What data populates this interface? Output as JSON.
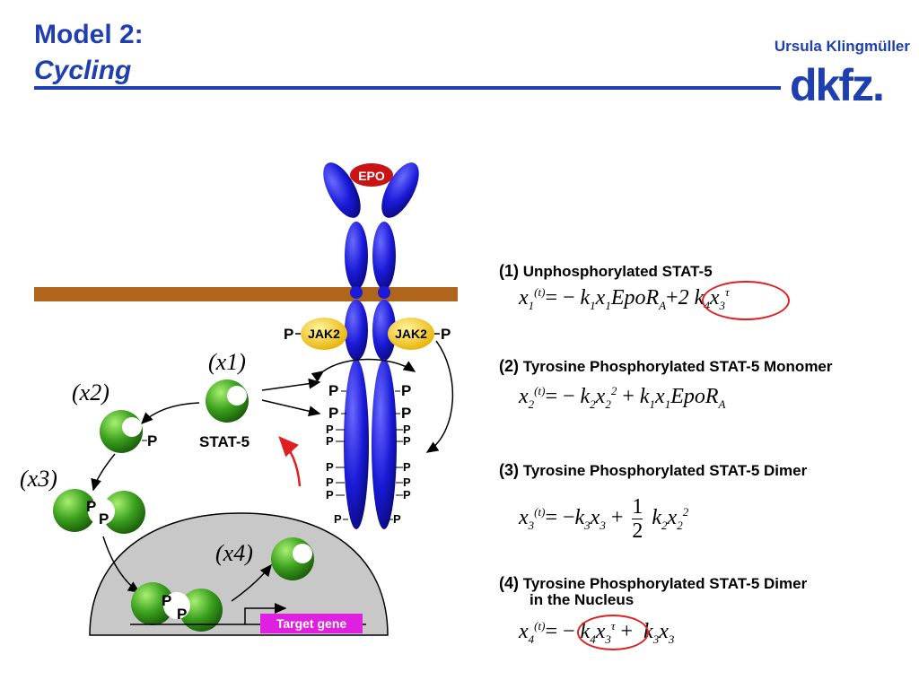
{
  "header": {
    "title_line1": "Model 2:",
    "title_line2": "Cycling",
    "author": "Ursula Klingmüller",
    "logo_text": "dkfz."
  },
  "diagram": {
    "epo": "EPO",
    "jak2": "JAK2",
    "p": "P",
    "stat5": "STAT-5",
    "x1": "(x1)",
    "x2": "(x2)",
    "x3": "(x3)",
    "x4": "(x4)",
    "target_gene": "Target gene"
  },
  "equations": [
    {
      "number": "(1)",
      "title": "Unphosphorylated STAT-5"
    },
    {
      "number": "(2)",
      "title": "Tyrosine Phosphorylated STAT-5 Monomer"
    },
    {
      "number": "(3)",
      "title": "Tyrosine Phosphorylated STAT-5 Dimer"
    },
    {
      "number": "(4)",
      "title": "Tyrosine Phosphorylated STAT-5 Dimer",
      "title2": "in the Nucleus"
    }
  ],
  "colors": {
    "brand_blue": "#1f3fb0",
    "receptor_blue": "#1a1ad8",
    "stat_green": "#3aa01e",
    "membrane_brown": "#b0651c",
    "jak_yellow": "#f3c21a",
    "epo_red": "#c81414",
    "highlight_red": "#e02020",
    "target_magenta": "#e020e0"
  }
}
